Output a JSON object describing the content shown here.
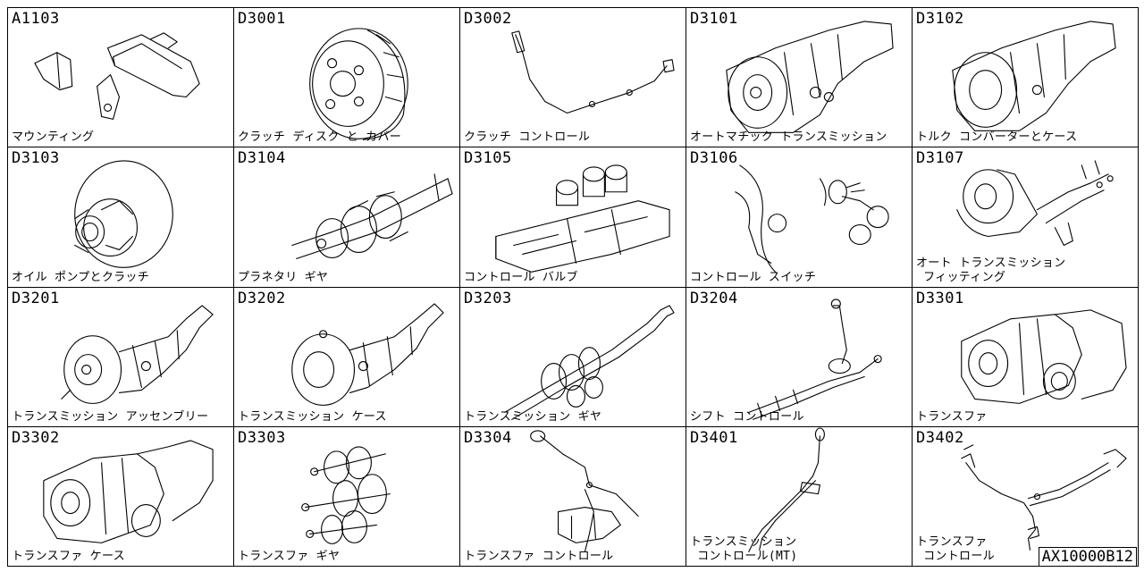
{
  "cells": [
    {
      "code": "A1103",
      "label": "マウンティング",
      "icon": "mounting-bracket"
    },
    {
      "code": "D3001",
      "label": "クラッチ ディスク と カバー",
      "icon": "clutch-disc"
    },
    {
      "code": "D3002",
      "label": "クラッチ コントロール",
      "icon": "clutch-cable"
    },
    {
      "code": "D3101",
      "label": "オートマチック トランスミッション",
      "icon": "automatic-transmission"
    },
    {
      "code": "D3102",
      "label": "トルク コンバーターとケース",
      "icon": "torque-converter-case"
    },
    {
      "code": "D3103",
      "label": "オイル ポンプとクラッチ",
      "icon": "oil-pump"
    },
    {
      "code": "D3104",
      "label": "プラネタリ ギヤ",
      "icon": "planetary-gear"
    },
    {
      "code": "D3105",
      "label": "コントロール バルブ",
      "icon": "control-valve"
    },
    {
      "code": "D3106",
      "label": "コントロール スイッチ",
      "icon": "control-switch"
    },
    {
      "code": "D3107",
      "label": "オート トランスミッション\n フィッティング",
      "icon": "at-fitting"
    },
    {
      "code": "D3201",
      "label": "トランスミッション アッセンブリー",
      "icon": "transmission-assembly"
    },
    {
      "code": "D3202",
      "label": "トランスミッション ケース",
      "icon": "transmission-case"
    },
    {
      "code": "D3203",
      "label": "トランスミッション ギヤ",
      "icon": "transmission-gear"
    },
    {
      "code": "D3204",
      "label": "シフト コントロール",
      "icon": "shift-lever"
    },
    {
      "code": "D3301",
      "label": "トランスファ",
      "icon": "transfer"
    },
    {
      "code": "D3302",
      "label": "トランスファ ケース",
      "icon": "transfer-case"
    },
    {
      "code": "D3303",
      "label": "トランスファ ギヤ",
      "icon": "transfer-gear"
    },
    {
      "code": "D3304",
      "label": "トランスファ コントロール",
      "icon": "transfer-control"
    },
    {
      "code": "D3401",
      "label": "トランスミッション\n コントロール(MT)",
      "icon": "mt-control"
    },
    {
      "code": "D3402",
      "label": "トランスファ\n コントロール",
      "icon": "transfer-linkage"
    }
  ],
  "reference_code": "AX10000B12"
}
